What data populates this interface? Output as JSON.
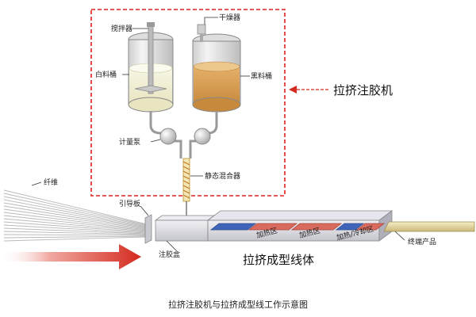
{
  "labels": {
    "stirrer": "搅拌器",
    "dryer": "干燥器",
    "white_tank": "白料桶",
    "black_tank": "黑料桶",
    "metering_pump": "计量泵",
    "static_mixer": "静态混合器",
    "fiber": "纤维",
    "guide_plate": "引导板",
    "injection_box": "注胶盒",
    "heating_zone_1": "加热区",
    "heating_zone_2": "加热区",
    "heating_cooling_zone": "加热/冷却区",
    "end_product": "终端产品",
    "pultrusion_injection_machine": "拉挤注胶机",
    "pultrusion_body": "拉挤成型线体"
  },
  "caption": "拉挤注胶机与拉挤成型线工作示意图",
  "colors": {
    "dashed_box": "#e02020",
    "arrow_red": "#d42a1f",
    "heat_zone": "#d96a5e",
    "cool_zone": "#3f64b8",
    "white_resin": "#f1efcf",
    "black_resin": "#d99a4a",
    "die_body": "#dcdce2"
  }
}
